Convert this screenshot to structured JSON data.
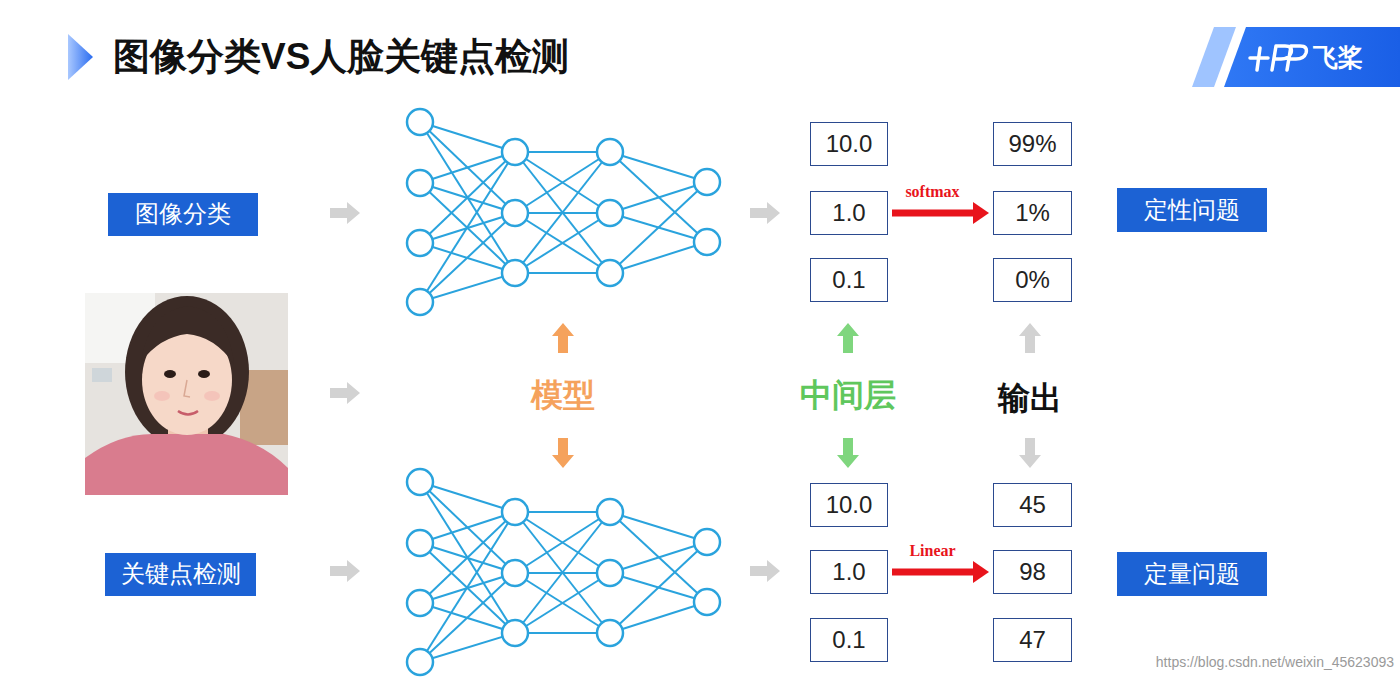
{
  "diagram": {
    "title": "图像分类VS人脸关键点检测",
    "nodes": [
      {
        "text": [
          "图像分类"
        ]
      },
      {
        "text": [
          "10.0"
        ]
      },
      {
        "text": [
          "1.0"
        ]
      },
      {
        "text": [
          "0.1"
        ]
      },
      {
        "text": [
          "99%"
        ]
      },
      {
        "text": [
          "1%"
        ]
      },
      {
        "text": [
          "0%"
        ]
      },
      {
        "text": [
          "定性问题"
        ]
      },
      {
        "text": [
          "关键点检测"
        ]
      },
      {
        "text": [
          "10.0"
        ]
      },
      {
        "text": [
          "1.0"
        ]
      },
      {
        "text": [
          "0.1"
        ]
      },
      {
        "text": [
          "45"
        ]
      },
      {
        "text": [
          "98"
        ]
      },
      {
        "text": [
          "47"
        ]
      },
      {
        "text": [
          "定量问题"
        ]
      }
    ],
    "edges": [
      {
        "from": 2,
        "to": 5,
        "label": "softmax",
        "arrow": "to"
      },
      {
        "from": 10,
        "to": 13,
        "label": "Linear",
        "arrow": "to"
      }
    ],
    "labels": [
      "模型",
      "中间层",
      "输出",
      "飞桨",
      "https://blog.csdn.net/weixin_45623093"
    ]
  }
}
